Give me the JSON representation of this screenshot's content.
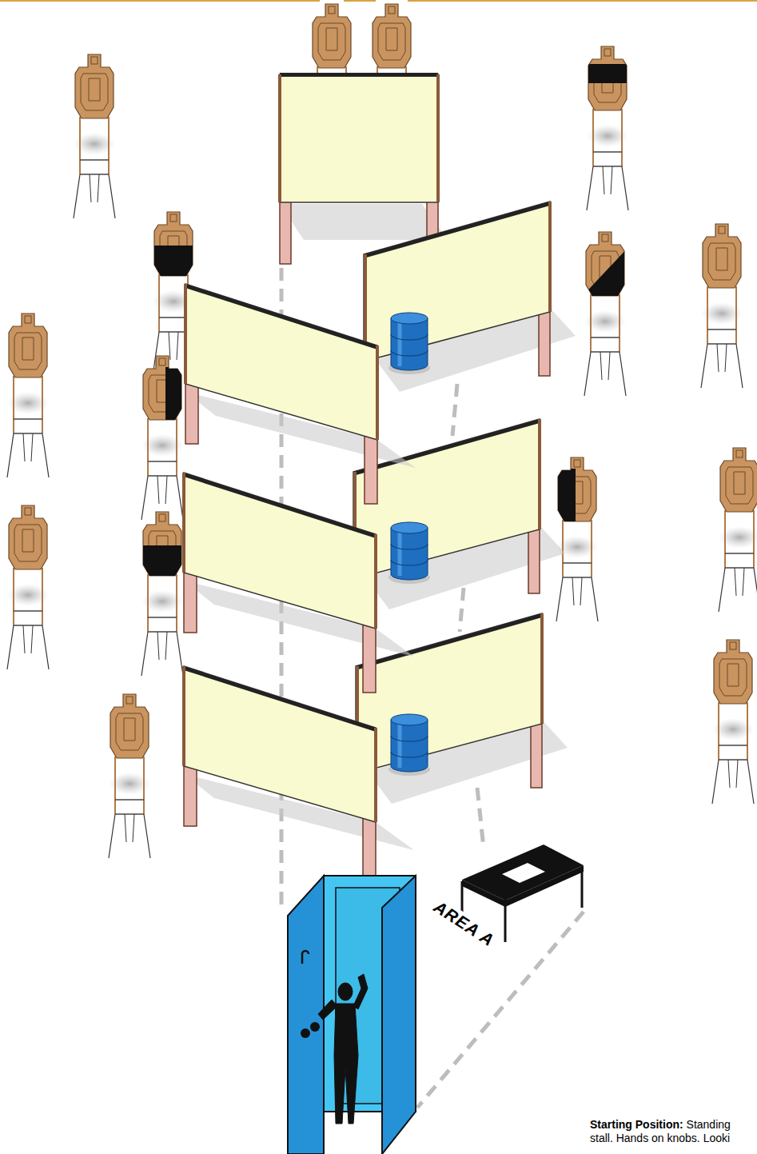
{
  "diagram": {
    "labels": [
      "AREA A",
      "Starting Position:",
      "Standing stall. Hands on knobs. Looki"
    ]
  }
}
